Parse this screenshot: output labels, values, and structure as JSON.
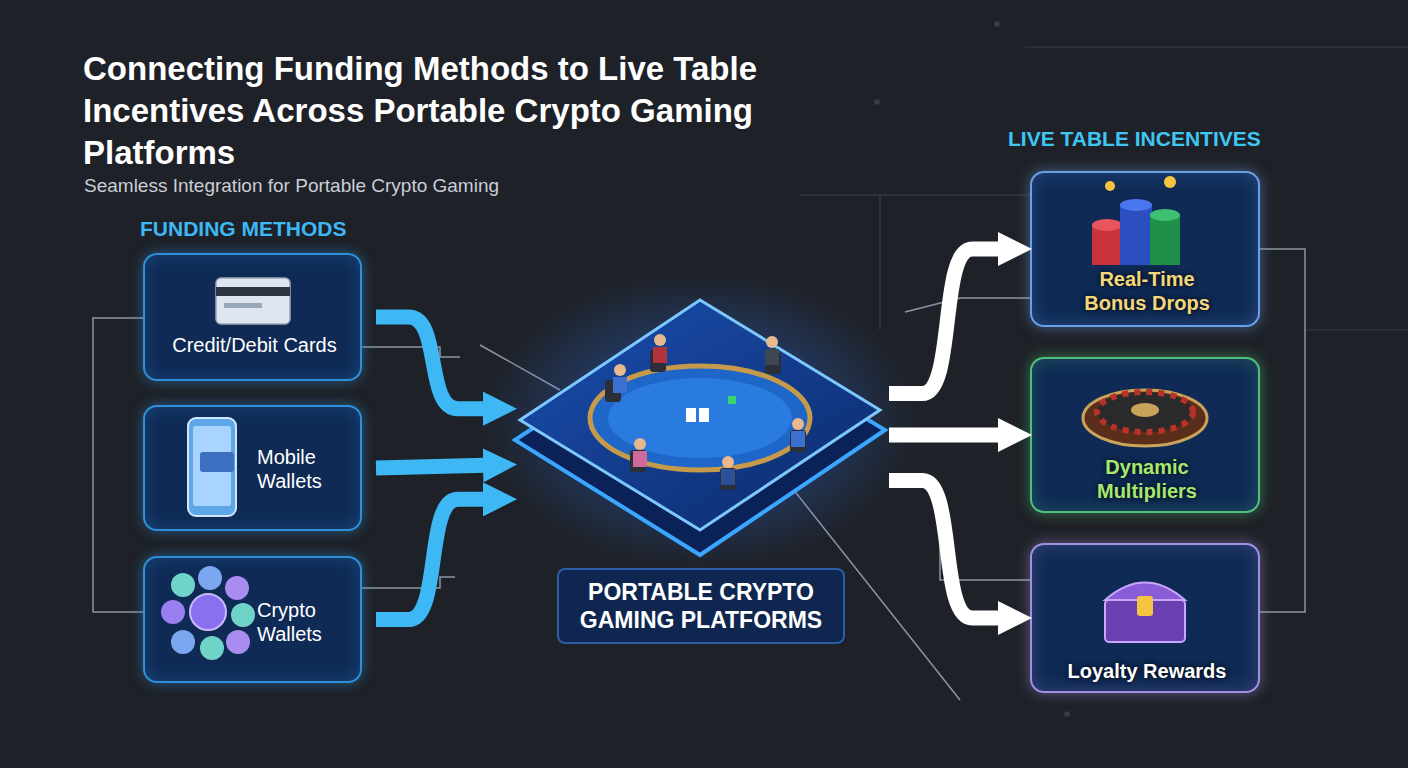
{
  "diagram": {
    "title": "Connecting Funding Methods to Live Table Incentives Across Portable Crypto Gaming Platforms",
    "caption": "Seamless Integration for Portable Crypto Gaming",
    "nodes": [
      {
        "text": [
          "Credit/Debit Cards"
        ]
      },
      {
        "text": [
          "Mobile Wallets"
        ]
      },
      {
        "text": [
          "Crypto Wallets"
        ]
      },
      {
        "text": [
          "PORTABLE CRYPTO GAMING PLATFORMS"
        ]
      },
      {
        "text": [
          "Real-Time Bonus Drops"
        ]
      },
      {
        "text": [
          "Dynamic Multipliers"
        ]
      },
      {
        "text": [
          "Loyalty Rewards"
        ]
      }
    ],
    "edges": [
      {
        "from": 0,
        "to": 3,
        "arrow": "to"
      },
      {
        "from": 1,
        "to": 3,
        "arrow": "to"
      },
      {
        "from": 2,
        "to": 3,
        "arrow": "to"
      },
      {
        "from": 3,
        "to": 4,
        "arrow": "to"
      },
      {
        "from": 3,
        "to": 5,
        "arrow": "to"
      },
      {
        "from": 3,
        "to": 6,
        "arrow": "to"
      }
    ],
    "labels": [
      "FUNDING METHODS",
      "LIVE TABLE INCENTIVES"
    ]
  }
}
